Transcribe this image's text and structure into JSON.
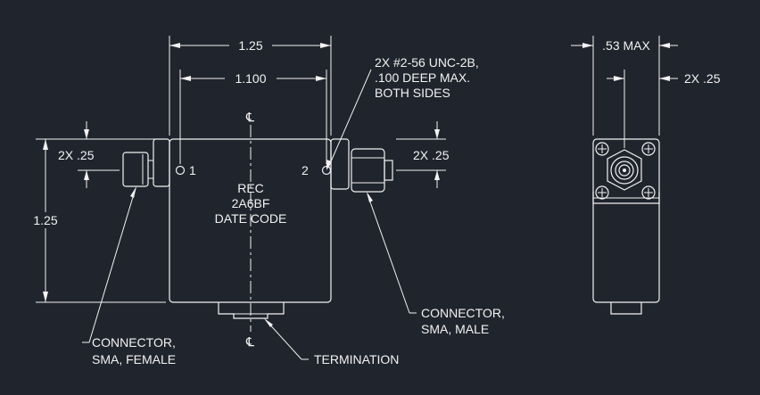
{
  "colors": {
    "background": "#20242c",
    "linework": "#f2f2f2"
  },
  "dimensions": {
    "overall_width": "1.25",
    "hole_spacing": "1.100",
    "height": "1.25",
    "left_connector": "2X .25",
    "right_connector": "2X .25",
    "depth": ".53 MAX",
    "side_hole": "2X .25"
  },
  "notes": {
    "thread_line1": "2X #2-56 UNC-2B,",
    "thread_line2": ".100 DEEP MAX.",
    "thread_line3": "BOTH SIDES"
  },
  "body_text": {
    "line1": "REC",
    "line2": "2A6BF",
    "line3": "DATE CODE"
  },
  "ports": {
    "port1": "1",
    "port2": "2"
  },
  "centerline_symbol": "℄",
  "callouts": {
    "female_line1": "CONNECTOR,",
    "female_line2": "SMA, FEMALE",
    "male_line1": "CONNECTOR,",
    "male_line2": "SMA, MALE",
    "termination": "TERMINATION"
  }
}
